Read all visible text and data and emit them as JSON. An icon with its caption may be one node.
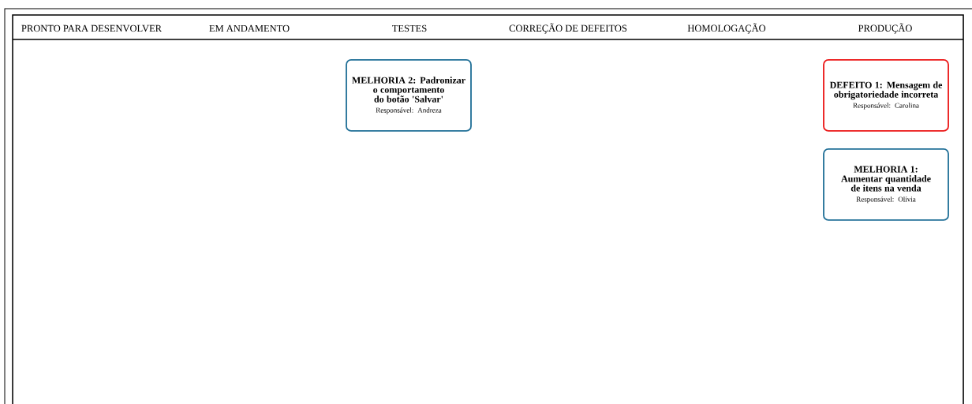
{
  "diagram": {
    "nodes": [
      {
        "text": [
          "MELHORIA 2: Padronizar o comportamento do botão 'Salvar'",
          "Responsável: Andreza"
        ]
      },
      {
        "text": [
          "DEFEITO 1: Mensagem de obrigatoriedade incorreta",
          "Responsável: Carolina"
        ]
      },
      {
        "text": [
          "MELHORIA 1: Aumentar quantidade de itens na venda",
          "Responsável: Olívia"
        ]
      }
    ],
    "labels": [
      "PRONTO PARA DESENVOLVER",
      "EM ANDAMENTO",
      "TESTES",
      "CORREÇÃO DE DEFEITOS",
      "HOMOLOGAÇÃO",
      "PRODUÇÃO"
    ]
  }
}
